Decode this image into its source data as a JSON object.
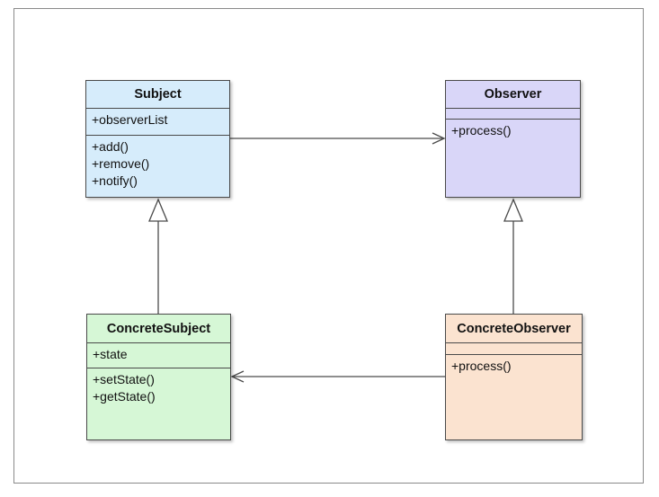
{
  "diagram": {
    "classes": {
      "subject": {
        "name": "Subject",
        "attributes": [
          "+observerList"
        ],
        "operations": [
          "+add()",
          "+remove()",
          "+notify()"
        ],
        "fill": "#d6ecfb"
      },
      "observer": {
        "name": "Observer",
        "attributes": [],
        "operations": [
          "+process()"
        ],
        "fill": "#d9d6f8"
      },
      "concrete_subject": {
        "name": "ConcreteSubject",
        "attributes": [
          "+state"
        ],
        "operations": [
          "+setState()",
          "+getState()"
        ],
        "fill": "#d6f7d6"
      },
      "concrete_observer": {
        "name": "ConcreteObserver",
        "attributes": [],
        "operations": [
          "+process()"
        ],
        "fill": "#fbe3d0"
      }
    },
    "relations": [
      {
        "from": "Subject",
        "to": "Observer",
        "type": "association"
      },
      {
        "from": "ConcreteSubject",
        "to": "Subject",
        "type": "generalization"
      },
      {
        "from": "ConcreteObserver",
        "to": "Observer",
        "type": "generalization"
      },
      {
        "from": "ConcreteObserver",
        "to": "ConcreteSubject",
        "type": "association"
      }
    ]
  }
}
